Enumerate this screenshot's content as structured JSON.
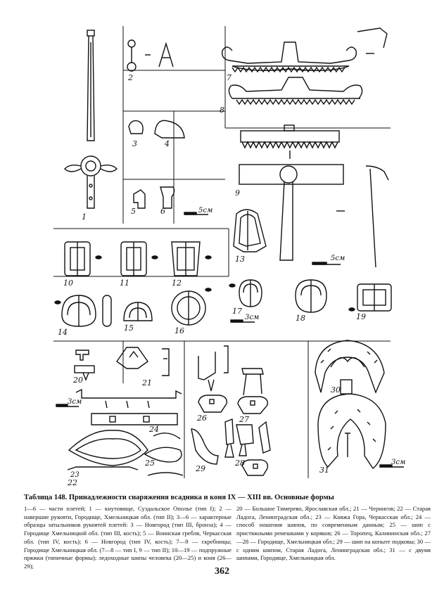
{
  "plate": {
    "figure_labels": [
      "1",
      "2",
      "3",
      "4",
      "5",
      "6",
      "7",
      "8",
      "9",
      "10",
      "11",
      "12",
      "13",
      "14",
      "15",
      "16",
      "17",
      "18",
      "19",
      "20",
      "21",
      "22",
      "23",
      "24",
      "25",
      "26",
      "27",
      "28",
      "29",
      "30",
      "31"
    ],
    "scales": [
      "5см",
      "5см",
      "3см",
      "3см",
      "3см"
    ]
  },
  "caption": {
    "title": "Таблица 148. Принадлежности снаряжения всадника и коня IX — XIII вв. Основные формы",
    "left_column": "1—6 — части плетей; 1 — кнутовище, Суздальское Ополье (тип I); 2 — навершие рукояти, Городище, Хмельницкая обл. (тип II); 3—6 — характерные образцы затыльников рукоятей плетей: 3 — Новгород (тип III, бронза); 4 — Городище Хмельницкой обл. (тип III, кость); 5 — Воинская гребля, Черкасская обл. (тип IV, кость); 6 — Новгород (тип IV, кость); 7—9 — скребницы; Городище Хмельницкая обл. (7—8 — тип I, 9 — тип II); 10—19 — подпружные пряжки (типичные формы); ледоходные шипы человека (20—25) и коня (26—29);",
    "right_column": "20 — Большое Тимерево, Ярославская обл.; 21 — Чернигов; 22 — Старая Ладога, Ленинградская обл.; 23 — Княжа Гора, Черкасская обл.; 24 — способ ношения шипов, по современным данным; 25 — шип с пристяжными ремешками у коряков; 26 — Торопец, Калининская обл.; 27—28 — Городище, Хмельницкая обл.; 29 — шип на копыте подковы; 30 — с одним шипом, Старая Ладога, Ленинградская обл.; 31 — с двумя шипами, Городище, Хмельницкая обл."
  },
  "page_number": "362"
}
